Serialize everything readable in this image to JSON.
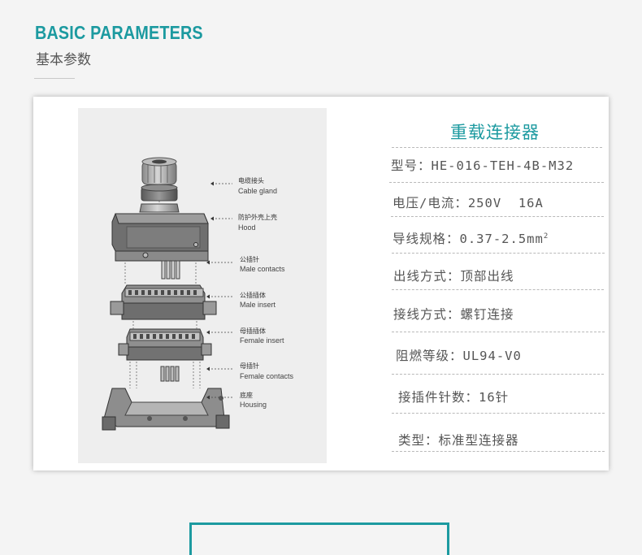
{
  "heading": {
    "title_en": "BASIC PARAMETERS",
    "title_zh": "基本参数"
  },
  "diagram": {
    "parts": [
      {
        "zh": "电缆接头",
        "en": "Cable gland"
      },
      {
        "zh": "防护外壳上壳",
        "en": "Hood"
      },
      {
        "zh": "公插针",
        "en": "Male contacts"
      },
      {
        "zh": "公插插体",
        "en": "Male insert"
      },
      {
        "zh": "母插插体",
        "en": "Female insert"
      },
      {
        "zh": "母插针",
        "en": "Female contacts"
      },
      {
        "zh": "底座",
        "en": "Housing"
      }
    ]
  },
  "specs": {
    "title": "重载连接器",
    "rows": [
      {
        "label": "型号：",
        "value": "HE-016-TEH-4B-M32"
      },
      {
        "label": "电压/电流：",
        "value": "250V  16A"
      },
      {
        "label": "导线规格：",
        "value": "0.37-2.5mm",
        "sup": "2"
      },
      {
        "label": "出线方式：",
        "value": "顶部出线"
      },
      {
        "label": "接线方式：",
        "value": "螺钉连接"
      },
      {
        "label": "阻燃等级：",
        "value": "UL94-V0"
      },
      {
        "label": "接插件针数：",
        "value": "16针"
      },
      {
        "label": "类型：",
        "value": "标准型连接器"
      }
    ]
  },
  "colors": {
    "accent": "#1c9aa0",
    "text": "#555555",
    "background": "#f4f4f4",
    "card": "#ffffff"
  }
}
